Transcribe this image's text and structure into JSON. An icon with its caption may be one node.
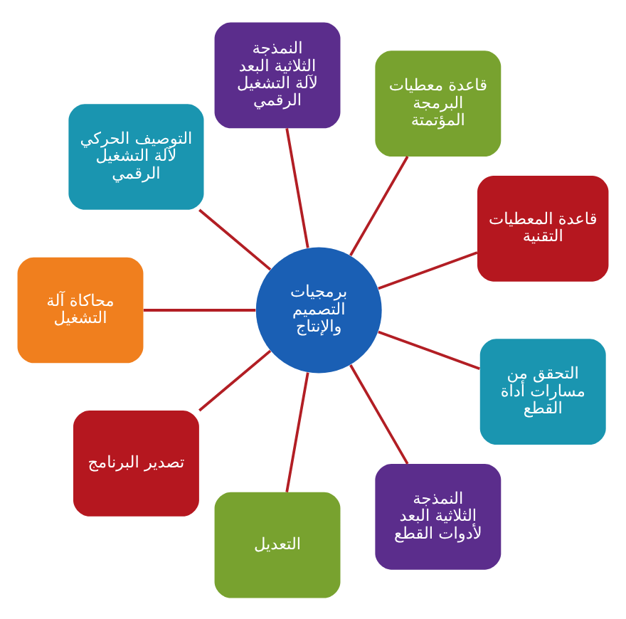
{
  "diagram": {
    "nodes": [
      {
        "text": [
          "برمجيات التصميم والإنتاج"
        ]
      },
      {
        "text": [
          "قاعدة المعطيات التقنية"
        ]
      },
      {
        "text": [
          "قاعدة معطيات البرمجة المؤتمتة"
        ]
      },
      {
        "text": [
          "النمذجة الثلاثية البعد لآلة التشغيل الرقمي"
        ]
      },
      {
        "text": [
          "التوصيف الحركي لآلة التشغيل الرقمي"
        ]
      },
      {
        "text": [
          "محاكاة آلة التشغيل"
        ]
      },
      {
        "text": [
          "تصدير البرنامج"
        ]
      },
      {
        "text": [
          "التعديل"
        ]
      },
      {
        "text": [
          "النمذجة الثلاثية البعد لأدوات القطع"
        ]
      },
      {
        "text": [
          "التحقق من مسارات أداة القطع"
        ]
      }
    ],
    "edges": [
      {
        "from": 0,
        "to": 1,
        "arrow": "none"
      },
      {
        "from": 0,
        "to": 2,
        "arrow": "none"
      },
      {
        "from": 0,
        "to": 3,
        "arrow": "none"
      },
      {
        "from": 0,
        "to": 4,
        "arrow": "none"
      },
      {
        "from": 0,
        "to": 5,
        "arrow": "none"
      },
      {
        "from": 0,
        "to": 6,
        "arrow": "none"
      },
      {
        "from": 0,
        "to": 7,
        "arrow": "none"
      },
      {
        "from": 0,
        "to": 8,
        "arrow": "none"
      },
      {
        "from": 0,
        "to": 9,
        "arrow": "none"
      }
    ]
  }
}
